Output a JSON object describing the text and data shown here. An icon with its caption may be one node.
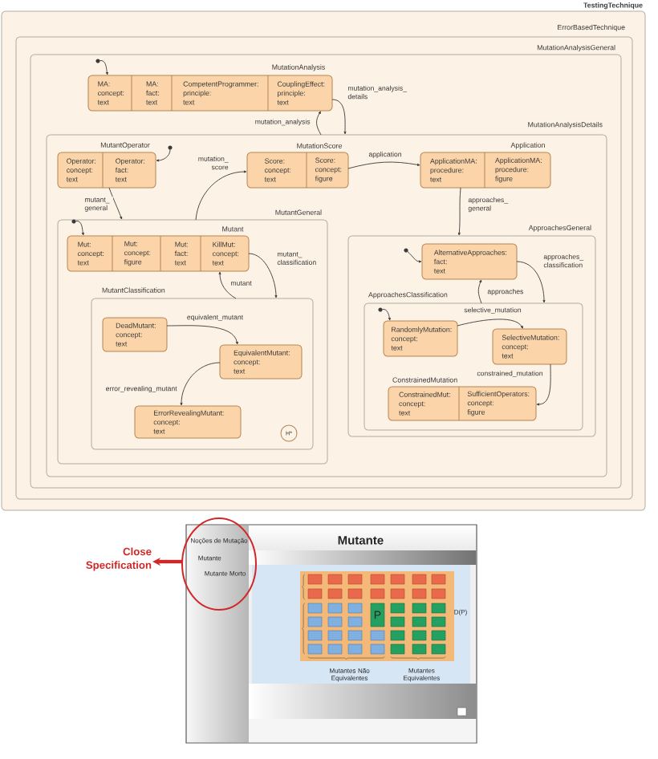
{
  "diagram": {
    "nodes": [
      {
        "text": [
          "TestingTechnique"
        ]
      },
      {
        "text": [
          "ErrorBasedTechnique"
        ],
        "in": 0
      },
      {
        "text": [
          "MutationAnalysisGeneral"
        ],
        "in": 1
      },
      {
        "text": [
          "MutationAnalysis",
          "MA: concept: text",
          "MA: fact: text",
          "CompetentProgrammer: principle: text",
          "CouplingEffect: principle: text"
        ],
        "in": 2
      },
      {
        "text": [
          "MutationAnalysisDetails"
        ],
        "in": 2
      },
      {
        "text": [
          "MutantOperator",
          "Operator: concept: text",
          "Operator: fact: text"
        ],
        "in": 4
      },
      {
        "text": [
          "MutationScore",
          "Score: concept: text",
          "Score: concept: figure"
        ],
        "in": 4
      },
      {
        "text": [
          "Application",
          "ApplicationMA: procedure: text",
          "ApplicationMA: procedure: figure"
        ],
        "in": 4
      },
      {
        "text": [
          "MutantGeneral"
        ],
        "in": 4
      },
      {
        "text": [
          "Mutant",
          "Mut: concept: text",
          "Mut: concept: figure",
          "Mut: fact: text",
          "KillMut: concept: text"
        ],
        "in": 8
      },
      {
        "text": [
          "MutantClassification"
        ],
        "in": 8
      },
      {
        "text": [
          "DeadMutant: concept: text"
        ],
        "in": 10
      },
      {
        "text": [
          "EquivalentMutant: concept: text"
        ],
        "in": 10
      },
      {
        "text": [
          "ErrorRevealingMutant: concept: text"
        ],
        "in": 10
      },
      {
        "text": [
          "H*"
        ],
        "in": 10
      },
      {
        "text": [
          "ApproachesGeneral"
        ],
        "in": 4
      },
      {
        "text": [
          "AlternativeApproaches: fact: text"
        ],
        "in": 15
      },
      {
        "text": [
          "ApproachesClassification"
        ],
        "in": 15
      },
      {
        "text": [
          "RandomlyMutation: concept: text"
        ],
        "in": 17
      },
      {
        "text": [
          "SelectiveMutation: concept: text"
        ],
        "in": 17
      },
      {
        "text": [
          "ConstrainedMutation",
          "ConstrainedMut: concept: text",
          "SufficientOperators: concept: figure"
        ],
        "in": 17
      },
      {
        "text": [],
        "shape": "circle"
      },
      {
        "text": [
          "Close Specification"
        ]
      },
      {
        "text": [],
        "shape": "circle",
        "in": 2
      },
      {
        "text": [],
        "shape": "circle",
        "in": 4
      },
      {
        "text": [],
        "shape": "circle",
        "in": 8
      },
      {
        "text": [],
        "shape": "circle",
        "in": 15
      },
      {
        "text": [],
        "shape": "circle",
        "in": 17
      }
    ],
    "edges": [
      {
        "from": 23,
        "to": 3,
        "arrow": "to"
      },
      {
        "from": 3,
        "to": 4,
        "arrow": "to",
        "label": "mutation_analysis_ details"
      },
      {
        "from": 4,
        "to": 3,
        "arrow": "to",
        "label": "mutation_analysis"
      },
      {
        "from": 24,
        "to": 5,
        "arrow": "to"
      },
      {
        "from": 5,
        "to": 8,
        "arrow": "to",
        "label": "mutant_ general"
      },
      {
        "from": 8,
        "to": 6,
        "arrow": "to",
        "label": "mutation_ score"
      },
      {
        "from": 6,
        "to": 7,
        "arrow": "to",
        "label": "application"
      },
      {
        "from": 7,
        "to": 15,
        "arrow": "to",
        "label": "approaches_ general"
      },
      {
        "from": 25,
        "to": 9,
        "arrow": "to"
      },
      {
        "from": 9,
        "to": 10,
        "arrow": "to",
        "label": "mutant_ classification"
      },
      {
        "from": 10,
        "to": 9,
        "arrow": "to",
        "label": "mutant"
      },
      {
        "from": 11,
        "to": 12,
        "arrow": "to",
        "label": "equivalent_mutant"
      },
      {
        "from": 12,
        "to": 13,
        "arrow": "to",
        "label": "error_revealing_mutant"
      },
      {
        "from": 26,
        "to": 16,
        "arrow": "to"
      },
      {
        "from": 16,
        "to": 17,
        "arrow": "to",
        "label": "approaches_ classification"
      },
      {
        "from": 17,
        "to": 16,
        "arrow": "to",
        "label": "approaches"
      },
      {
        "from": 27,
        "to": 18,
        "arrow": "to"
      },
      {
        "from": 18,
        "to": 19,
        "arrow": "to",
        "label": "selective_mutation"
      },
      {
        "from": 19,
        "to": 20,
        "arrow": "to",
        "label": "constrained_mutation"
      },
      {
        "from": 21,
        "to": 22,
        "arrow": "to",
        "style": "thick",
        "color": "#d02828"
      }
    ],
    "labels": [
      "Noções de Mutação",
      "Mutante",
      "Mutante Morto",
      "Mutante",
      "P",
      "D(P)",
      "Mutantes Não Equivalentes",
      "Mutantes Equivalentes"
    ]
  }
}
